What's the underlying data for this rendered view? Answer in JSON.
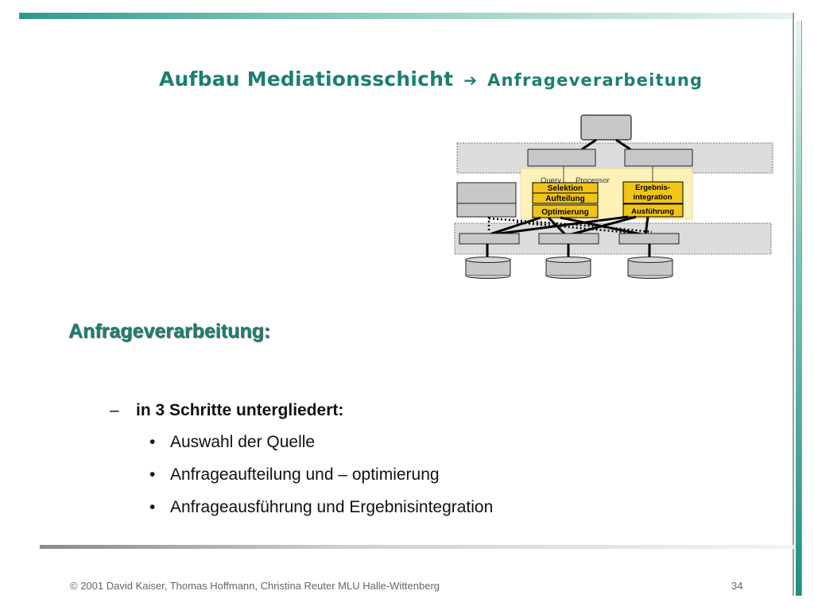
{
  "slide": {
    "title_main": "Aufbau Mediationsschicht",
    "title_arrow": "➔",
    "title_sub": "Anfrageverarbeitung",
    "heading": "Anfrageverarbeitung:",
    "step_dash": "–",
    "step_text": "in 3 Schritte untergliedert:",
    "bullet_char": "•",
    "bullets": [
      "Auswahl der Quelle",
      "Anfrageaufteilung und – optimierung",
      "Anfrageausführung und Ergebnisintegration"
    ]
  },
  "diagram": {
    "qp_query": "Query",
    "qp_processor": "Processor",
    "box_selektion": "Selektion",
    "box_aufteilung": "Aufteilung",
    "box_optimierung": "Optimierung",
    "box_ergebnis_1": "Ergebnis-",
    "box_ergebnis_2": "integration",
    "box_ausfuehrung": "Ausführung"
  },
  "footer": {
    "copyright": "© 2001 David Kaiser, Thomas Hoffmann, Christina Reuter MLU Halle-Wittenberg",
    "page_number": "34"
  },
  "colors": {
    "accent": "#1b7f72",
    "highlight_yellow": "#fff2b8",
    "box_gold": "#f0c419",
    "layer_gray": "#dcdcdc",
    "node_gray": "#c8c8c8"
  }
}
